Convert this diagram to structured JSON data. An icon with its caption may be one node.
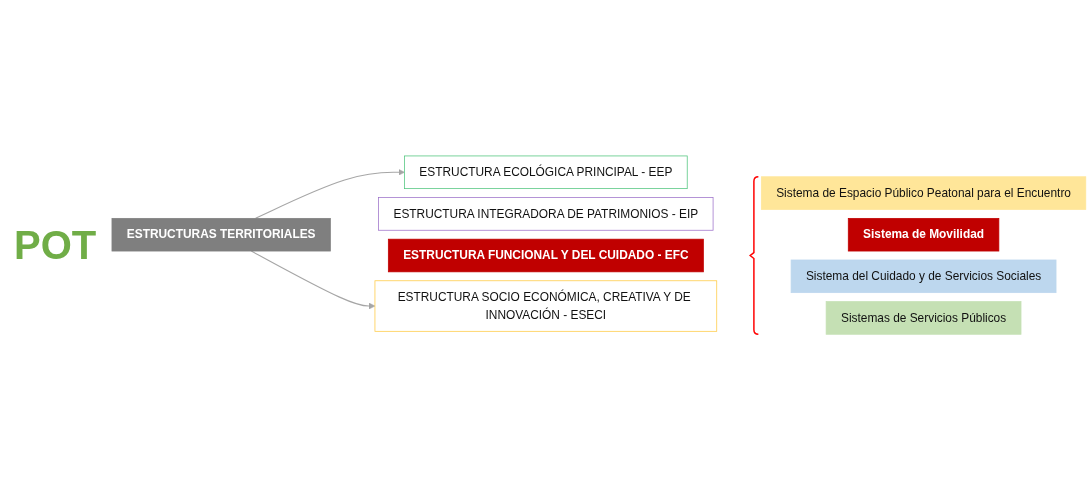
{
  "diagram": {
    "nodes": [
      {
        "text": [
          "ESTRUCTURAS TERRITORIALES"
        ]
      },
      {
        "text": [
          "ESTRUCTURA ECOLÓGICA PRINCIPAL - EEP"
        ]
      },
      {
        "text": [
          "ESTRUCTURA INTEGRADORA DE PATRIMONIOS - EIP"
        ]
      },
      {
        "text": [
          "ESTRUCTURA FUNCIONAL Y DEL CUIDADO - EFC"
        ]
      },
      {
        "text": [
          "ESTRUCTURA SOCIO ECONÓMICA, CREATIVA Y DE INNOVACIÓN - ESECI"
        ]
      },
      {
        "text": [
          "Sistema de Espacio Público Peatonal para el Encuentro"
        ]
      },
      {
        "text": [
          "Sistema de Movilidad"
        ]
      },
      {
        "text": [
          "Sistema del Cuidado y de Servicios Sociales"
        ]
      },
      {
        "text": [
          "Sistemas de Servicios Públicos"
        ]
      }
    ],
    "edges": [
      {
        "from": 0,
        "to": 1,
        "arrow": "to"
      },
      {
        "from": 0,
        "to": 4,
        "arrow": "to"
      }
    ],
    "labels": [
      "POT"
    ]
  }
}
